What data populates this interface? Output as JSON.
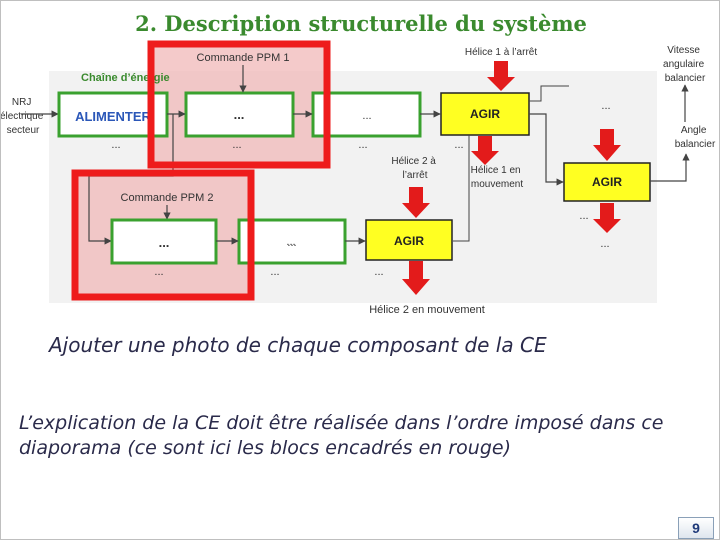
{
  "title": "2. Description structurelle du système",
  "diagram": {
    "chain_label": "Chaîne d’énergie",
    "blocks": {
      "alimenter": "ALIMENTER",
      "b1": "...",
      "b2": "...",
      "b3": "...",
      "b4": "...",
      "agir1": "AGIR",
      "agir2": "AGIR",
      "agir3": "AGIR"
    },
    "input_energy": [
      "NRJ",
      "électrique",
      "secteur"
    ],
    "commands": {
      "ppm1": "Commande PPM 1",
      "ppm2": "Commande PPM 2"
    },
    "annotations": {
      "helice1_arret": "Hélice 1 à l’arrêt",
      "helice1_mouv": [
        "Hélice 1 en",
        "mouvement"
      ],
      "helice2_arret": [
        "Hélice 2 à",
        "l’arrêt"
      ],
      "helice2_mouv": "Hélice 2 en mouvement",
      "vitesse": [
        "Vitesse",
        "angulaire",
        "balancier"
      ],
      "angle": [
        "Angle",
        "balancier"
      ]
    },
    "dots": "..."
  },
  "caption": "Ajouter une photo de chaque composant de la CE",
  "paragraph": "L’explication de la CE doit être réalisée dans l’ordre imposé dans ce diaporama (ce sont ici les blocs encadrés en rouge)",
  "page_number": "9",
  "colors": {
    "title": "#3a8a2e",
    "green_border": "#3aa12f",
    "highlight_red": "#ee1c1c",
    "agir_fill": "#ffff22",
    "arrow_red": "#e31b1b"
  }
}
